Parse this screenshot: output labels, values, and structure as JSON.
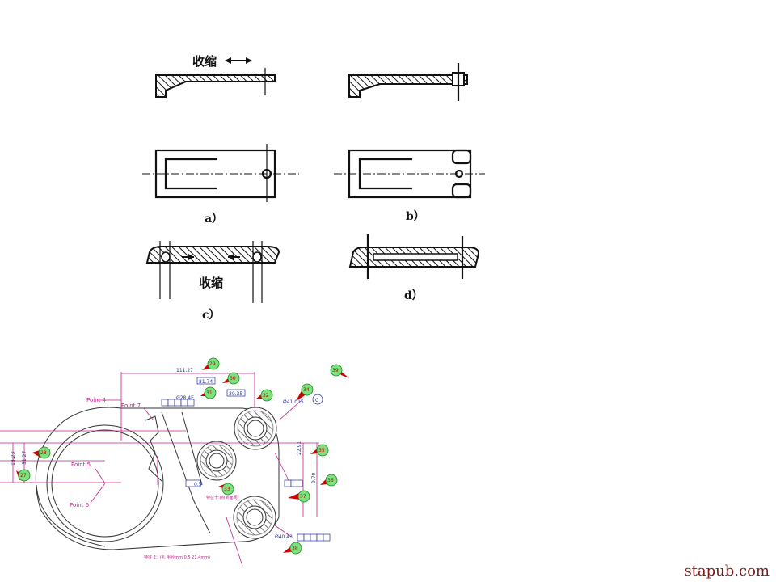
{
  "fig": {
    "label_a": "a）",
    "label_b": "b）",
    "label_c": "c）",
    "label_d": "d）",
    "shrink_top": "收缩",
    "shrink_c": "收缩"
  },
  "cad": {
    "points": [
      "Point 4",
      "Point 7",
      "Point 5",
      "Point 6"
    ],
    "dims": {
      "d1": "111.27",
      "d2": "81.74",
      "d3": "30.35",
      "d4": "31.27",
      "d5": "22.91",
      "d6": "13.23",
      "d7": "9.70",
      "d8": "0.5",
      "dia_top": "Ø41.015",
      "dia_bot": "Ø40.43",
      "dia_mid": "Ø28.4E",
      "circle_c": "C"
    },
    "notes": {
      "n1": "特征十:(点到面间)",
      "n2": "特征 2：(孔 半径mm 0.5 21.4mm)"
    },
    "balloons": [
      "29",
      "30",
      "31",
      "32",
      "33",
      "34",
      "35",
      "36",
      "37",
      "38",
      "27",
      "28",
      "39"
    ]
  },
  "watermark": "stapub.com",
  "colors": {
    "ink": "#111111",
    "dimension": "#c0208a",
    "dimension_text": "#2030a0",
    "balloon_fill": "#7fe07f",
    "balloon_text": "#c00000",
    "watermark": "#7a1a1a"
  }
}
